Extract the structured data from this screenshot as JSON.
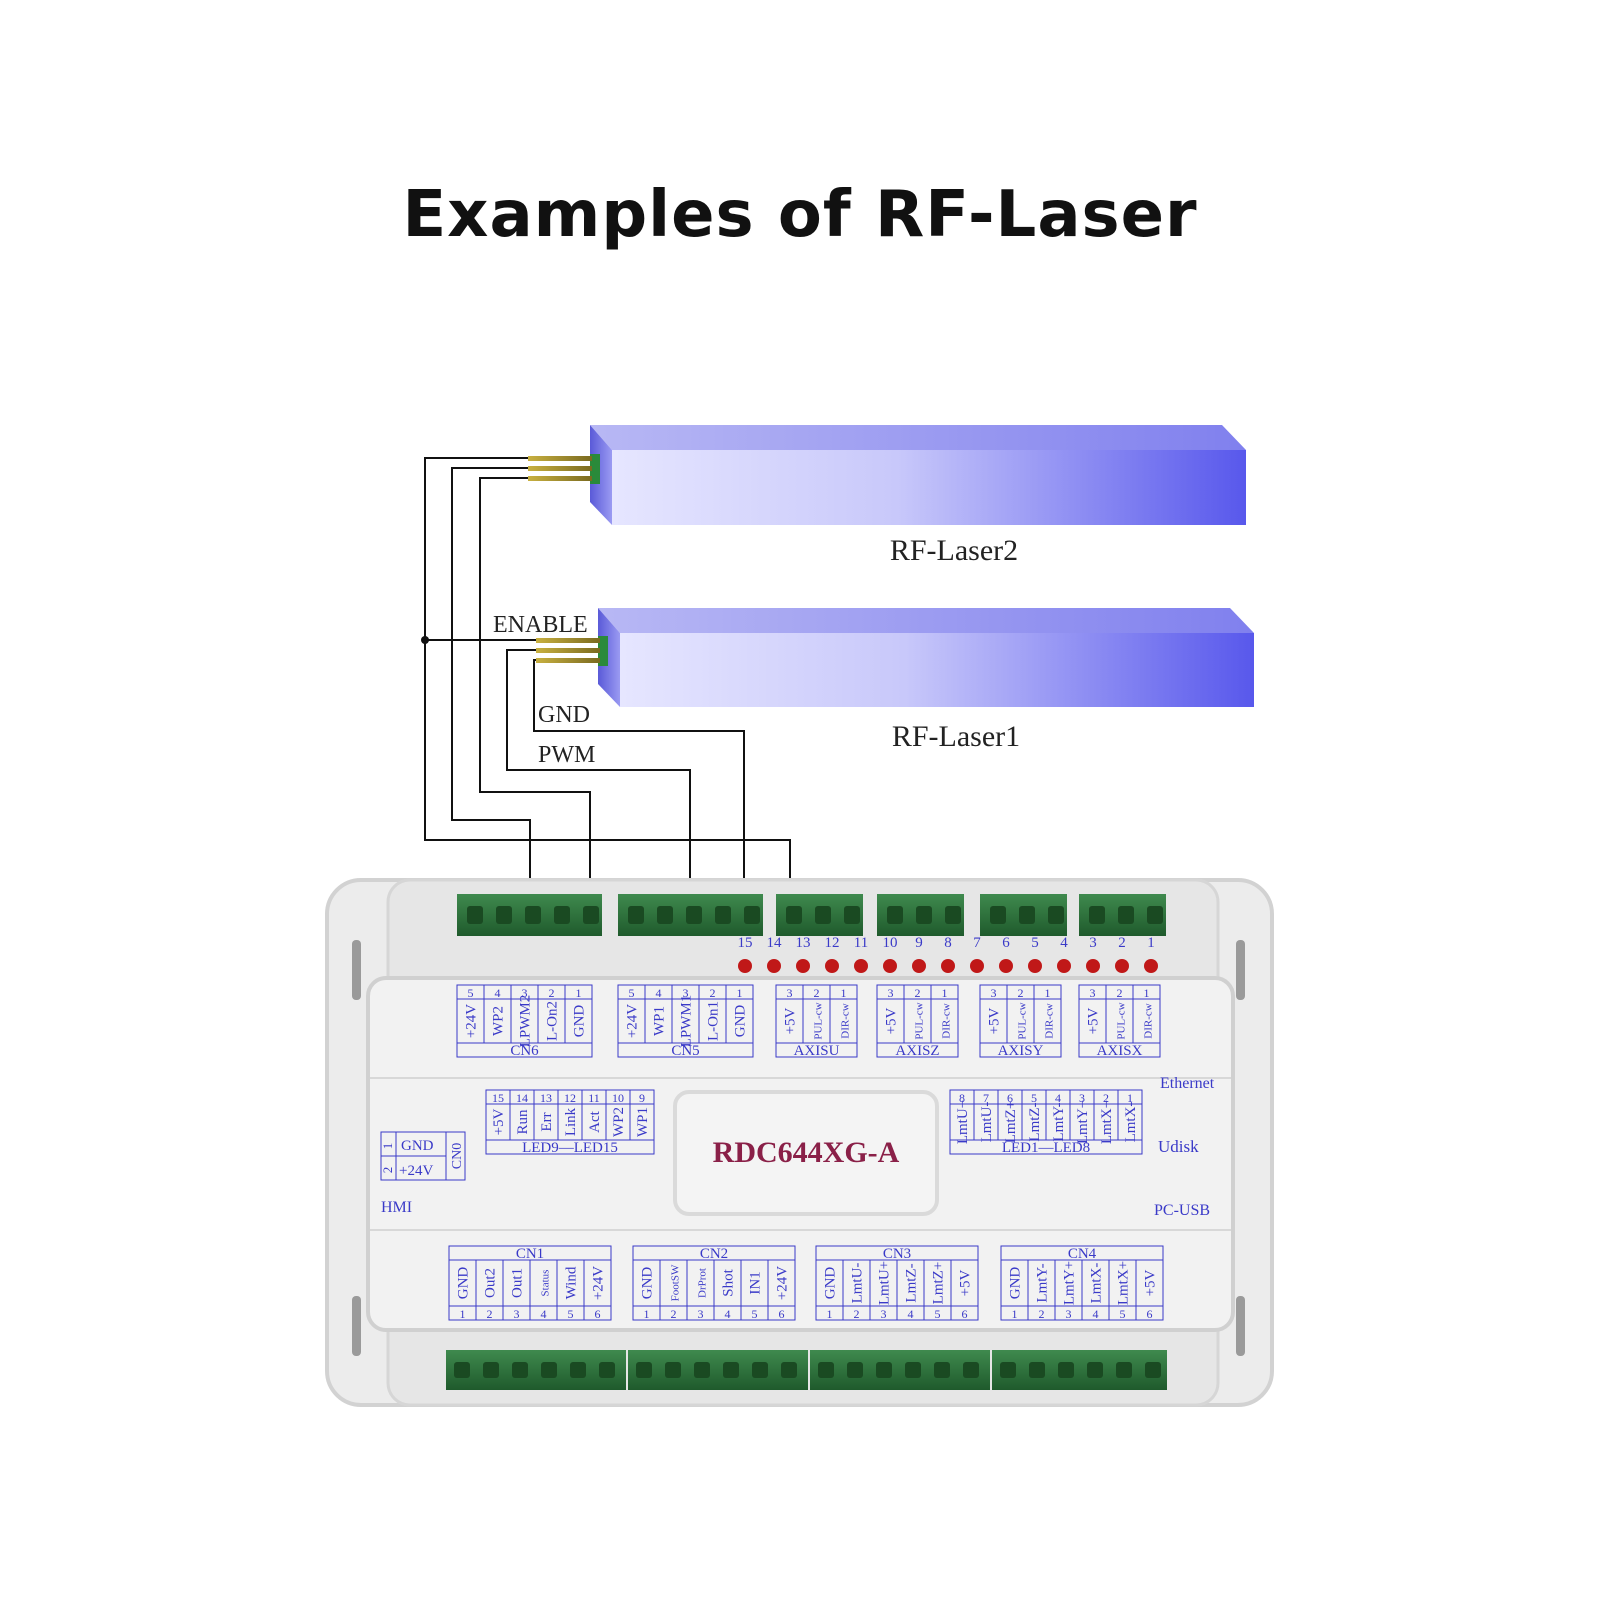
{
  "title": "Examples of RF-Laser",
  "colors": {
    "laser_body": "#7a7af0",
    "laser_light": "#e8e8ff",
    "board_bg": "#f0f0f0",
    "board_border": "#d0d0d0",
    "connector_green": "#2e6e3c",
    "label_blue": "#3a3ac8",
    "model_color": "#8a2048",
    "led_red": "#c01818",
    "wire": "#111111"
  },
  "lasers": [
    {
      "label": "RF-Laser2"
    },
    {
      "label": "RF-Laser1"
    }
  ],
  "wire_labels": {
    "enable": "ENABLE",
    "gnd": "GND",
    "pwm": "PWM"
  },
  "board": {
    "model": "RDC644XG-A",
    "ports": {
      "ethernet": "Ethernet",
      "udisk": "Udisk",
      "pcusb": "PC-USB",
      "hmi": "HMI"
    },
    "led_numbers": [
      "15",
      "14",
      "13",
      "12",
      "11",
      "10",
      "9",
      "8",
      "7",
      "6",
      "5",
      "4",
      "3",
      "2",
      "1"
    ],
    "top_blocks": [
      {
        "name": "CN6",
        "nums": [
          "5",
          "4",
          "3",
          "2",
          "1"
        ],
        "pins": [
          "+24V",
          "WP2",
          "LPWM2",
          "L-On2",
          "GND"
        ]
      },
      {
        "name": "CN5",
        "nums": [
          "5",
          "4",
          "3",
          "2",
          "1"
        ],
        "pins": [
          "+24V",
          "WP1",
          "LPWM1",
          "L-On1",
          "GND"
        ]
      },
      {
        "name": "AXISU",
        "nums": [
          "3",
          "2",
          "1"
        ],
        "pins": [
          "+5V",
          "PUL-cw",
          "DIR-cw"
        ]
      },
      {
        "name": "AXISZ",
        "nums": [
          "3",
          "2",
          "1"
        ],
        "pins": [
          "+5V",
          "PUL-cw",
          "DIR-cw"
        ]
      },
      {
        "name": "AXISY",
        "nums": [
          "3",
          "2",
          "1"
        ],
        "pins": [
          "+5V",
          "PUL-cw",
          "DIR-cw"
        ]
      },
      {
        "name": "AXISX",
        "nums": [
          "3",
          "2",
          "1"
        ],
        "pins": [
          "+5V",
          "PUL-cw",
          "DIR-cw"
        ]
      }
    ],
    "led_block_left": {
      "name": "LED9—LED15",
      "nums": [
        "15",
        "14",
        "13",
        "12",
        "11",
        "10",
        "9"
      ],
      "pins": [
        "+5V",
        "Run",
        "Err",
        "Link",
        "Act",
        "WP2",
        "WP1"
      ]
    },
    "led_block_right": {
      "name": "LED1—LED8",
      "nums": [
        "8",
        "7",
        "6",
        "5",
        "4",
        "3",
        "2",
        "1"
      ],
      "pins": [
        "LmtU+",
        "LmtU-",
        "LmtZ+",
        "LmtZ-",
        "LmtY-",
        "LmtY+",
        "LmtX+",
        "LmtX-"
      ]
    },
    "cn0": {
      "name": "CN0",
      "nums": [
        "1",
        "2"
      ],
      "pins": [
        "GND",
        "+24V"
      ]
    },
    "bottom_blocks": [
      {
        "name": "CN1",
        "nums": [
          "1",
          "2",
          "3",
          "4",
          "5",
          "6"
        ],
        "pins": [
          "GND",
          "Out2",
          "Out1",
          "Status",
          "Wind",
          "+24V"
        ]
      },
      {
        "name": "CN2",
        "nums": [
          "1",
          "2",
          "3",
          "4",
          "5",
          "6"
        ],
        "pins": [
          "GND",
          "FootSW",
          "DrProt",
          "Shot",
          "IN1",
          "+24V"
        ]
      },
      {
        "name": "CN3",
        "nums": [
          "1",
          "2",
          "3",
          "4",
          "5",
          "6"
        ],
        "pins": [
          "GND",
          "LmtU-",
          "LmtU+",
          "LmtZ-",
          "LmtZ+",
          "+5V"
        ]
      },
      {
        "name": "CN4",
        "nums": [
          "1",
          "2",
          "3",
          "4",
          "5",
          "6"
        ],
        "pins": [
          "GND",
          "LmtY-",
          "LmtY+",
          "LmtX-",
          "LmtX+",
          "+5V"
        ]
      }
    ]
  }
}
